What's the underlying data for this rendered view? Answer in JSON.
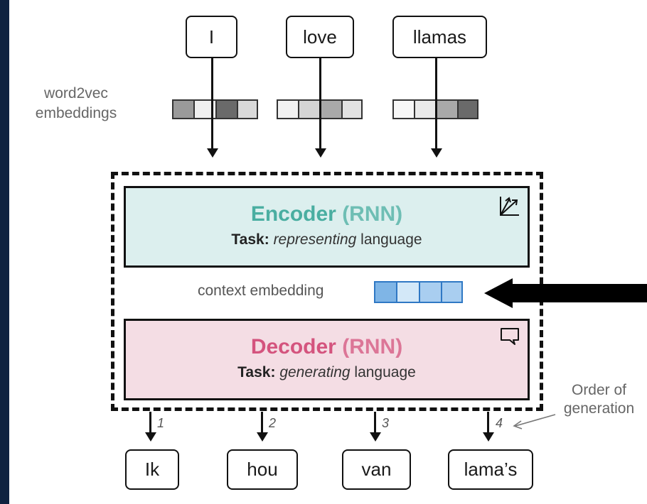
{
  "input_tokens": [
    "I",
    "love",
    "llamas"
  ],
  "embedding_label": [
    "word2vec",
    "embeddings"
  ],
  "embedding_cells": [
    [
      "#9a9a9a",
      "#efefef",
      "#6a6a6a",
      "#d9d9d9"
    ],
    [
      "#f2f2f2",
      "#d4d4d4",
      "#a9a9a9",
      "#e2e2e2"
    ],
    [
      "#f7f7f7",
      "#eaeaea",
      "#a9a9a9",
      "#6a6a6a"
    ]
  ],
  "encoder": {
    "title_main": "Encoder",
    "title_paren": "(RNN)",
    "task_label": "Task",
    "task_verb": "representing",
    "task_rest": "language",
    "bg": "#dcefee",
    "color": "#4aaea1",
    "icon": "vector-axes-icon"
  },
  "context": {
    "label": "context embedding",
    "cells": [
      "#7fb5e6",
      "#d3e8f8",
      "#a9cef0",
      "#a9cef0"
    ]
  },
  "decoder": {
    "title_main": "Decoder",
    "title_paren": "(RNN)",
    "task_label": "Task",
    "task_verb": "generating",
    "task_rest": "language",
    "bg": "#f4dde4",
    "color": "#d4547e",
    "icon": "speech-bubble-icon"
  },
  "output_tokens": [
    "Ik",
    "hou",
    "van",
    "lama’s"
  ],
  "order_numbers": [
    "1",
    "2",
    "3",
    "4"
  ],
  "order_label": [
    "Order of",
    "generation"
  ]
}
